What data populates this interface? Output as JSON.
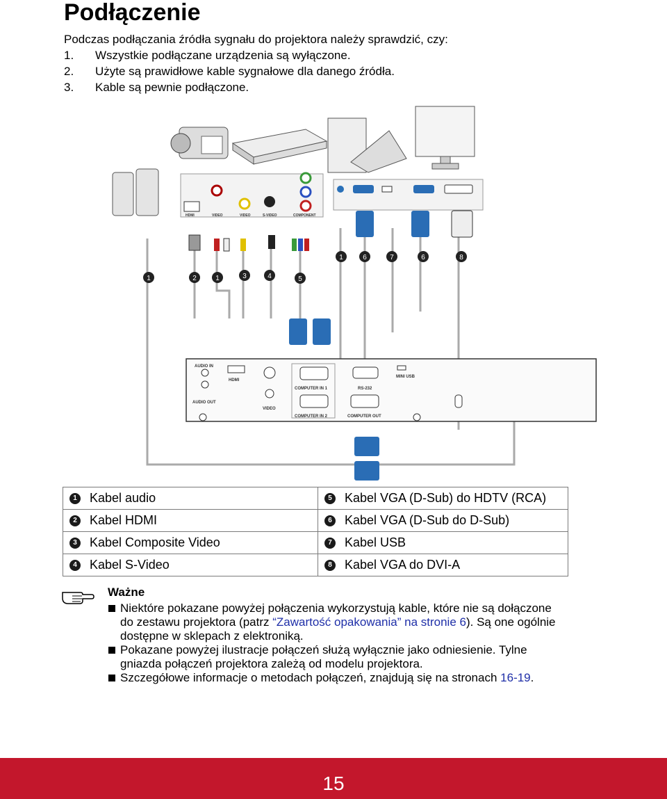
{
  "page": {
    "title": "Podłączenie",
    "intro": "Podczas podłączania źródła sygnału do projektora należy sprawdzić, czy:",
    "steps": [
      {
        "num": "1.",
        "text": "Wszystkie podłączane urządzenia są wyłączone."
      },
      {
        "num": "2.",
        "text": "Użyte są prawidłowe kable sygnałowe dla danego źródła."
      },
      {
        "num": "3.",
        "text": "Kable są pewnie podłączone."
      }
    ]
  },
  "diagram": {
    "source_ports": [
      "HDMI",
      "VIDEO",
      "VIDEO",
      "S-VIDEO",
      "COMPONENT"
    ],
    "projector_ports": {
      "audio_in": "AUDIO IN",
      "audio_out": "AUDIO OUT",
      "hdmi": "HDMI",
      "video": "VIDEO",
      "computer_in_1": "COMPUTER IN 1",
      "computer_in_2": "COMPUTER IN 2",
      "rs232": "RS-232",
      "computer_out": "COMPUTER OUT",
      "mini_usb": "MINI USB"
    },
    "callouts": [
      "1",
      "2",
      "1",
      "3",
      "4",
      "5",
      "1",
      "6",
      "7",
      "6",
      "8"
    ]
  },
  "legend": {
    "rows": [
      [
        {
          "num": "1",
          "text": "Kabel audio"
        },
        {
          "num": "5",
          "text": "Kabel VGA (D-Sub) do HDTV (RCA)"
        }
      ],
      [
        {
          "num": "2",
          "text": "Kabel HDMI"
        },
        {
          "num": "6",
          "text": "Kabel VGA (D-Sub do D-Sub)"
        }
      ],
      [
        {
          "num": "3",
          "text": "Kabel Composite Video"
        },
        {
          "num": "7",
          "text": "Kabel USB"
        }
      ],
      [
        {
          "num": "4",
          "text": "Kabel S-Video"
        },
        {
          "num": "8",
          "text": "Kabel VGA do DVI-A"
        }
      ]
    ]
  },
  "note": {
    "title": "Ważne",
    "item1_a": "Niektóre pokazane powyżej połączenia wykorzystują kable, które nie są dołączone do zestawu projektora (patrz ",
    "item1_link": "“Zawartość opakowania” na stronie 6",
    "item1_b": "). Są one ogólnie dostępne w sklepach z elektroniką.",
    "item2": "Pokazane powyżej ilustracje połączeń służą wyłącznie jako odniesienie. Tylne gniazda połączeń projektora zależą od modelu projektora.",
    "item3_a": "Szczegółowe informacje o metodach połączeń, znajdują się na stronach ",
    "item3_link": "16-19",
    "item3_b": "."
  },
  "footer": {
    "page_number": "15",
    "color": "#c3172c"
  }
}
